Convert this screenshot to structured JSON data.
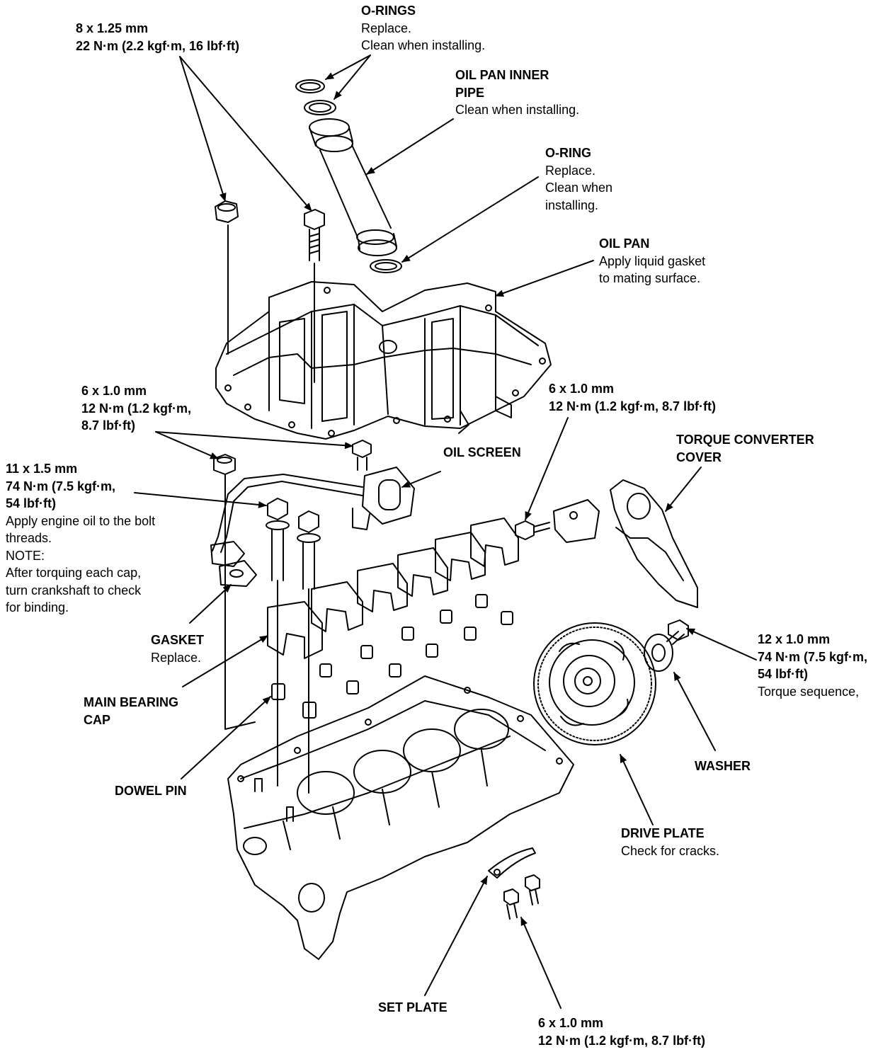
{
  "colors": {
    "ink": "#000000",
    "paper": "#ffffff"
  },
  "labels": {
    "o_rings": {
      "title": "O-RINGS",
      "note": "Replace.\nClean when installing."
    },
    "bolt_8x125": {
      "title": "8 x 1.25 mm\n22 N·m (2.2 kgf·m, 16 lbf·ft)",
      "note": ""
    },
    "inner_pipe": {
      "title": "OIL PAN INNER\nPIPE",
      "note": "Clean when installing."
    },
    "o_ring": {
      "title": "O-RING",
      "note": "Replace.\nClean when\ninstalling."
    },
    "oil_pan": {
      "title": "OIL PAN",
      "note": "Apply liquid gasket\nto mating surface."
    },
    "bolt_6x10_a": {
      "title": "6 x 1.0 mm\n12 N·m (1.2 kgf·m,\n8.7 lbf·ft)",
      "note": ""
    },
    "bolt_6x10_b": {
      "title": "6 x 1.0 mm\n12 N·m (1.2 kgf·m, 8.7 lbf·ft)",
      "note": ""
    },
    "oil_screen": {
      "title": "OIL SCREEN",
      "note": ""
    },
    "tc_cover": {
      "title": "TORQUE CONVERTER\nCOVER",
      "note": ""
    },
    "bolt_11x15": {
      "title": "11 x 1.5 mm\n74 N·m (7.5 kgf·m,\n54 lbf·ft)",
      "note": "Apply engine oil to the bolt\nthreads.\nNOTE:\nAfter torquing each cap,\nturn crankshaft to check\nfor binding."
    },
    "gasket": {
      "title": "GASKET",
      "note": "Replace."
    },
    "bolt_12x10": {
      "title": "12 x 1.0 mm\n74 N·m (7.5 kgf·m,\n54 lbf·ft)",
      "note": "Torque sequence,"
    },
    "main_cap": {
      "title": "MAIN BEARING\nCAP",
      "note": ""
    },
    "washer": {
      "title": "WASHER",
      "note": ""
    },
    "dowel_pin": {
      "title": "DOWEL PIN",
      "note": ""
    },
    "drive_plate": {
      "title": "DRIVE PLATE",
      "note": "Check for cracks."
    },
    "set_plate": {
      "title": "SET PLATE",
      "note": ""
    },
    "bolt_6x10_c": {
      "title": "6 x 1.0 mm\n12 N·m (1.2 kgf·m, 8.7 lbf·ft)",
      "note": ""
    }
  }
}
